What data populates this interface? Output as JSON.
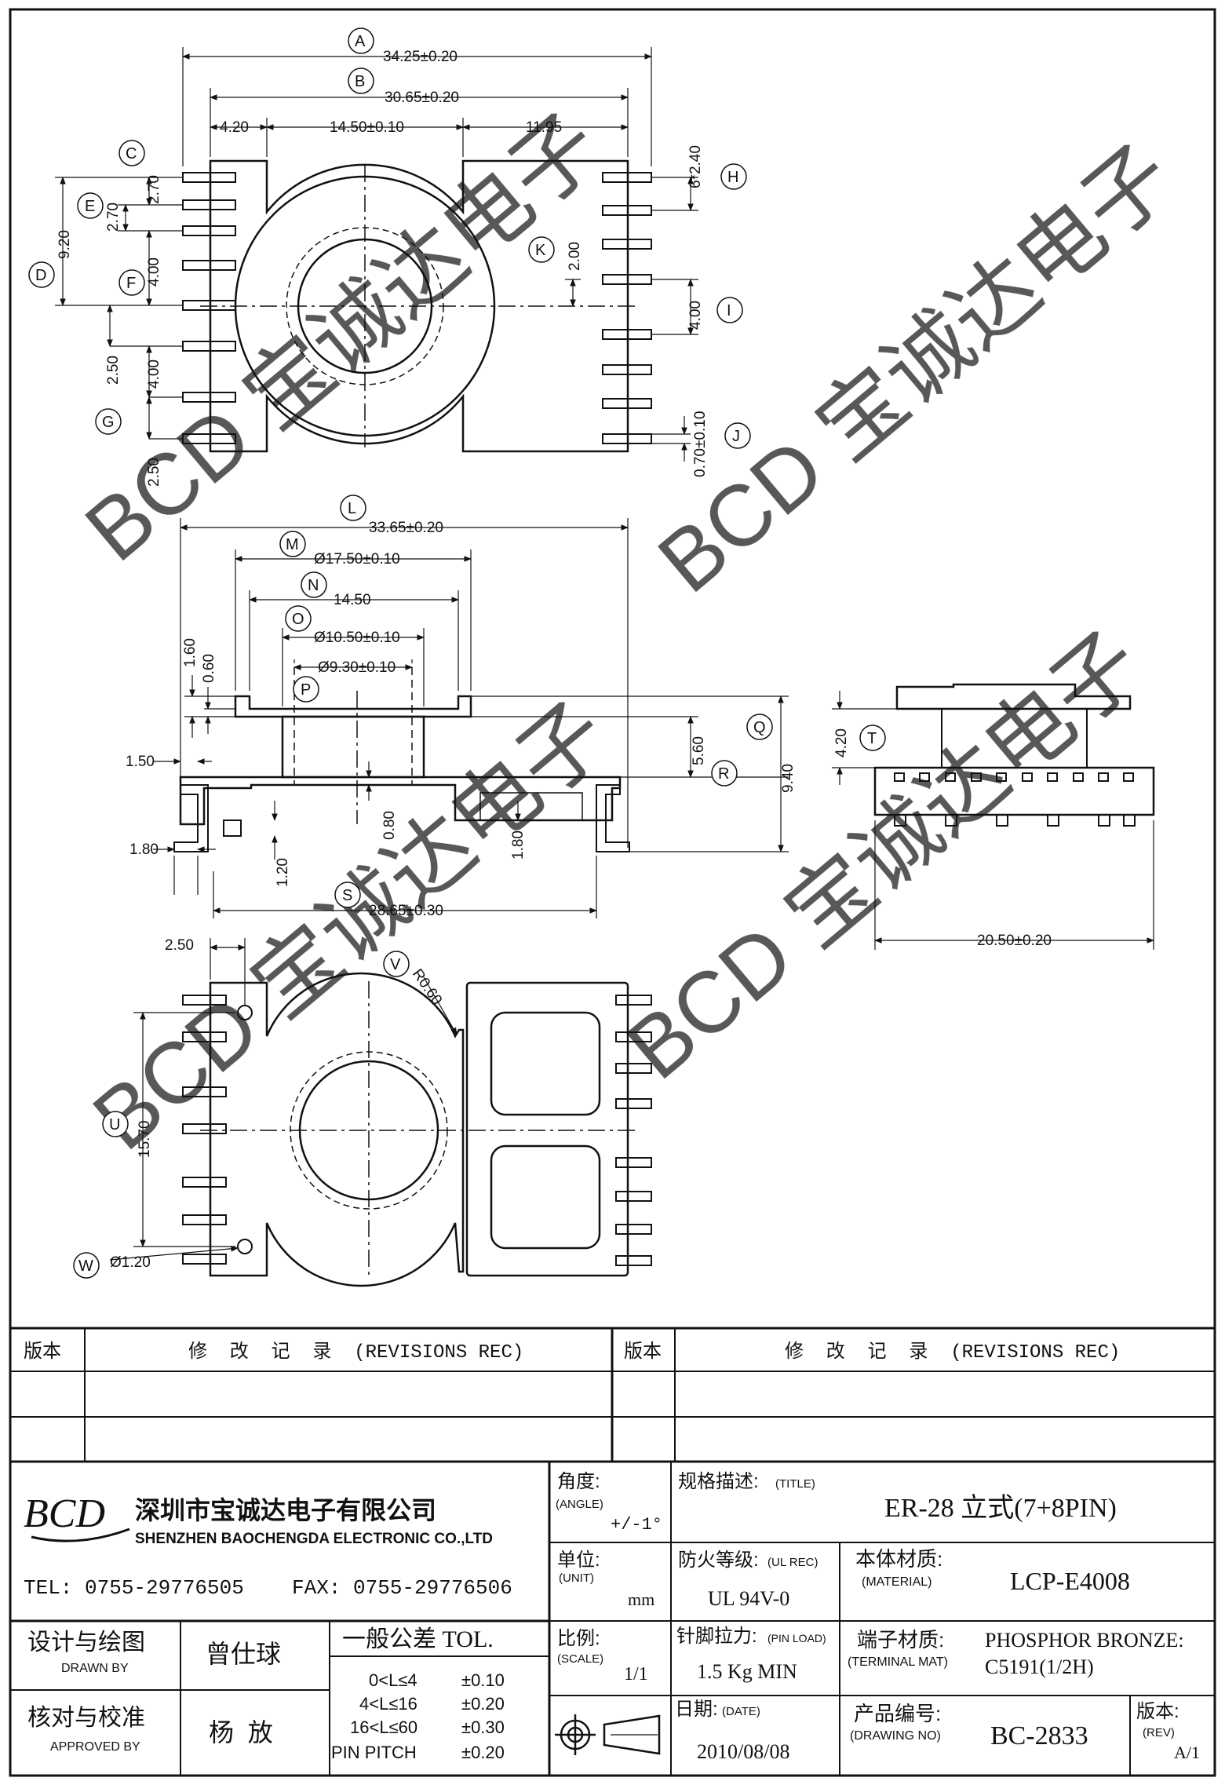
{
  "dimensions": {
    "A": {
      "letter": "A",
      "value": "34.25±0.20"
    },
    "B": {
      "letter": "B",
      "value": "30.65±0.20"
    },
    "b_left": "4.20",
    "b_mid": "14.50±0.10",
    "b_right": "11.95",
    "C": {
      "letter": "C",
      "value": "2.70"
    },
    "D": {
      "letter": "D",
      "value": "9.20"
    },
    "E": {
      "letter": "E",
      "value": "2.70"
    },
    "F": {
      "letter": "F",
      "value": "4.00"
    },
    "G": {
      "letter": "G",
      "value": "2.50"
    },
    "g_lower1": "4.00",
    "g_lower2": "2.50",
    "H": {
      "letter": "H",
      "value": "6*2.40"
    },
    "K": {
      "letter": "K",
      "value": "2.00"
    },
    "I": {
      "letter": "I",
      "value": "4.00"
    },
    "J": {
      "letter": "J",
      "value": "0.70±0.10"
    },
    "L": {
      "letter": "L",
      "value": "33.65±0.20"
    },
    "M": {
      "letter": "M",
      "value": "Ø17.50±0.10"
    },
    "N": {
      "letter": "N",
      "value": "14.50"
    },
    "O": {
      "letter": "O",
      "value": "Ø10.50±0.10"
    },
    "P": {
      "letter": "P",
      "value": "Ø9.30±0.10"
    },
    "side_h1": "1.60",
    "side_h2": "0.60",
    "side_left": "1.50",
    "Q": {
      "letter": "Q",
      "value": "9.40"
    },
    "R": {
      "letter": "R",
      "value": "5.60"
    },
    "side_pin": "1.80",
    "side_b1": "1.20",
    "side_b2": "0.80",
    "side_b3": "1.80",
    "S": {
      "letter": "S",
      "value": "28.65±0.30"
    },
    "T": {
      "letter": "T",
      "value": "4.20"
    },
    "end_w": "20.50±0.20",
    "bot_top": "2.50",
    "U": {
      "letter": "U",
      "value": "15.70"
    },
    "V": {
      "letter": "V",
      "value": "R0.60"
    },
    "W": {
      "letter": "W",
      "value": "Ø1.20"
    }
  },
  "watermark": "BCD 宝诚达电子",
  "revisions": {
    "left_version_label": "版本",
    "left_record_label": "修  改  记  录  (REVISIONS REC)",
    "right_version_label": "版本",
    "right_record_label": "修  改  记  录  (REVISIONS REC)"
  },
  "company": {
    "logo": "BCD",
    "name_cn": "深圳市宝诚达电子有限公司",
    "name_en": "SHENZHEN BAOCHENGDA ELECTRONIC CO.,LTD",
    "tel": "TEL: 0755-29776505",
    "fax": "FAX: 0755-29776506"
  },
  "title_block": {
    "angle_label": "角度:",
    "angle_label_en": "(ANGLE)",
    "angle_value": "+/-1°",
    "title_label": "规格描述:",
    "title_label_en": "(TITLE)",
    "title_value": "ER-28 立式(7+8PIN)",
    "unit_label": "单位:",
    "unit_label_en": "(UNIT)",
    "unit_value": "mm",
    "fire_label": "防火等级:",
    "fire_label_en": "(UL REC)",
    "fire_value": "UL 94V-0",
    "material_label": "本体材质:",
    "material_label_en": "(MATERIAL)",
    "material_value": "LCP-E4008",
    "designer_label": "设计与绘图",
    "designer_label_en": "DRAWN BY",
    "designer_name": "曾仕球",
    "tol_label": "一般公差 TOL.",
    "tol_rows": [
      {
        "range": "0<L≤4",
        "value": "±0.10"
      },
      {
        "range": "4<L≤16",
        "value": "±0.20"
      },
      {
        "range": "16<L≤60",
        "value": "±0.30"
      },
      {
        "range": "PIN PITCH",
        "value": "±0.20"
      }
    ],
    "scale_label": "比例:",
    "scale_label_en": "(SCALE)",
    "scale_value": "1/1",
    "pin_load_label": "针脚拉力:",
    "pin_load_label_en": "(PIN LOAD)",
    "pin_load_value": "1.5 Kg MIN",
    "terminal_label": "端子材质:",
    "terminal_label_en": "(TERMINAL MAT)",
    "terminal_value1": "PHOSPHOR BRONZE:",
    "terminal_value2": "C5191(1/2H)",
    "checker_label": "核对与校准",
    "checker_label_en": "APPROVED BY",
    "checker_name": "杨  放",
    "date_label": "日期:",
    "date_label_en": "(DATE)",
    "date_value": "2010/08/08",
    "drawing_label": "产品编号:",
    "drawing_label_en": "(DRAWING NO)",
    "drawing_value": "BC-2833",
    "rev_label": "版本:",
    "rev_label_en": "(REV)",
    "rev_value": "A/1"
  }
}
